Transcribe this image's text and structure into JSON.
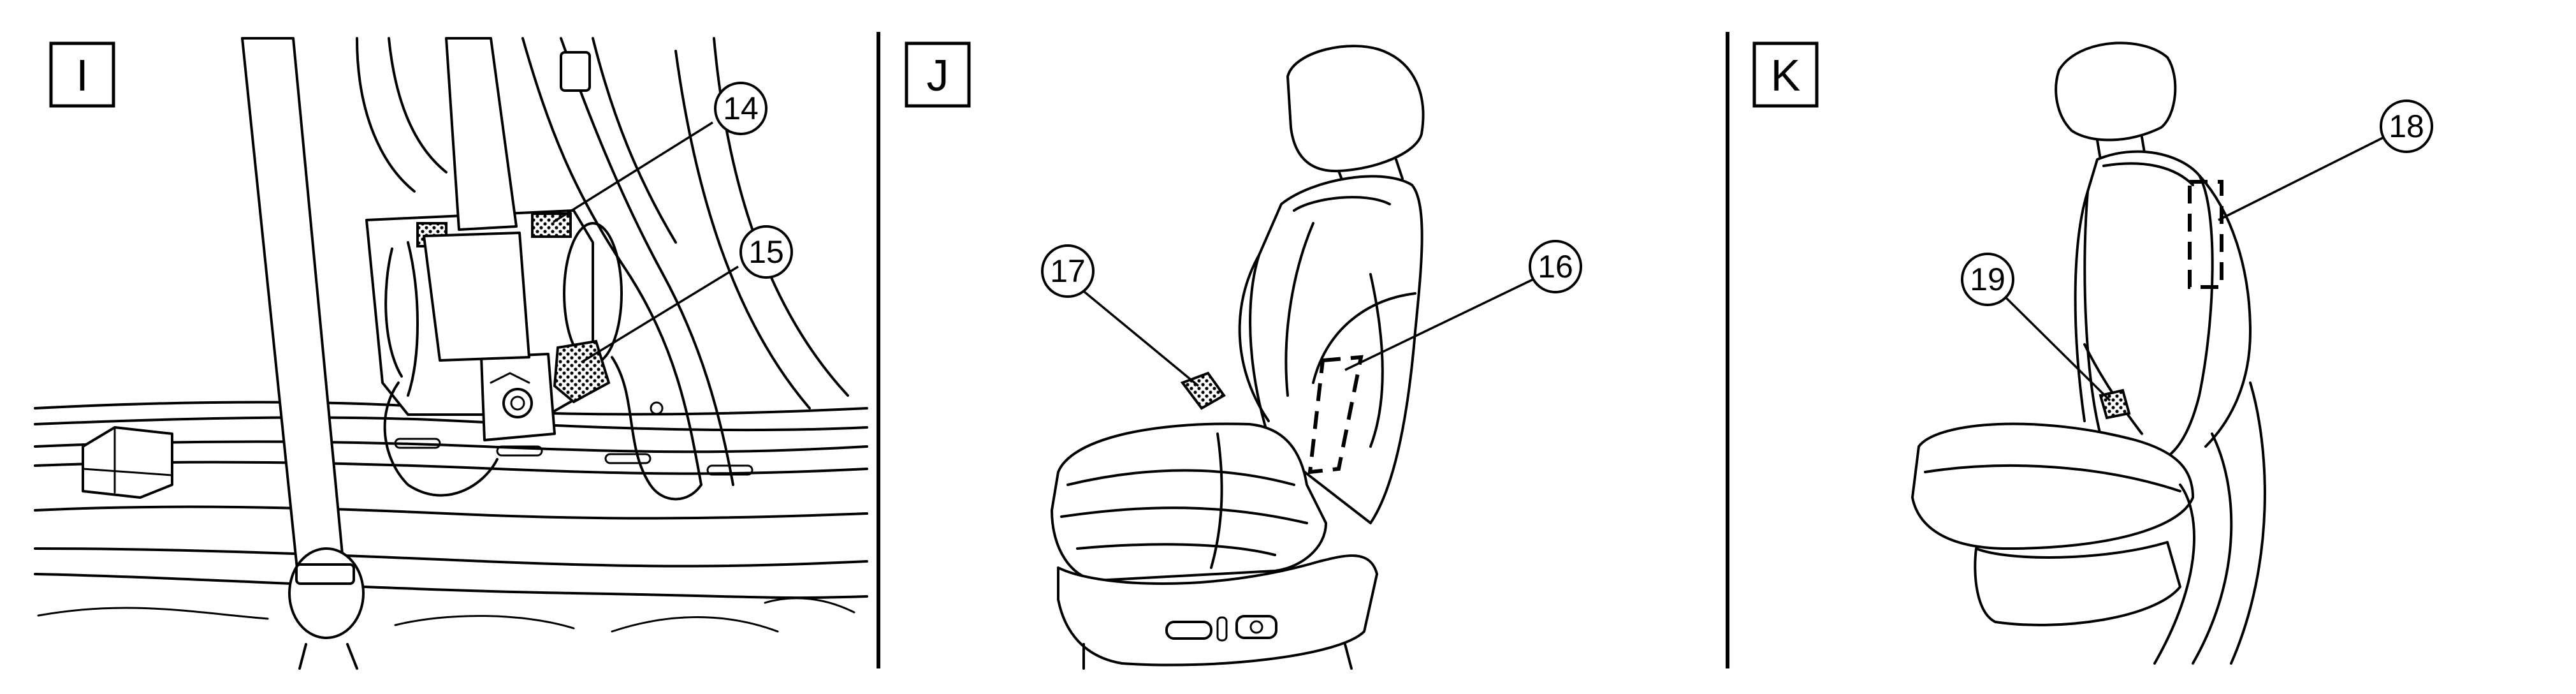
{
  "panels": [
    {
      "id": "I",
      "label": "I"
    },
    {
      "id": "J",
      "label": "J"
    },
    {
      "id": "K",
      "label": "K"
    }
  ],
  "callouts": {
    "c14": "14",
    "c15": "15",
    "c16": "16",
    "c17": "17",
    "c18": "18",
    "c19": "19"
  },
  "colors": {
    "line": "#000000",
    "background": "#ffffff"
  }
}
